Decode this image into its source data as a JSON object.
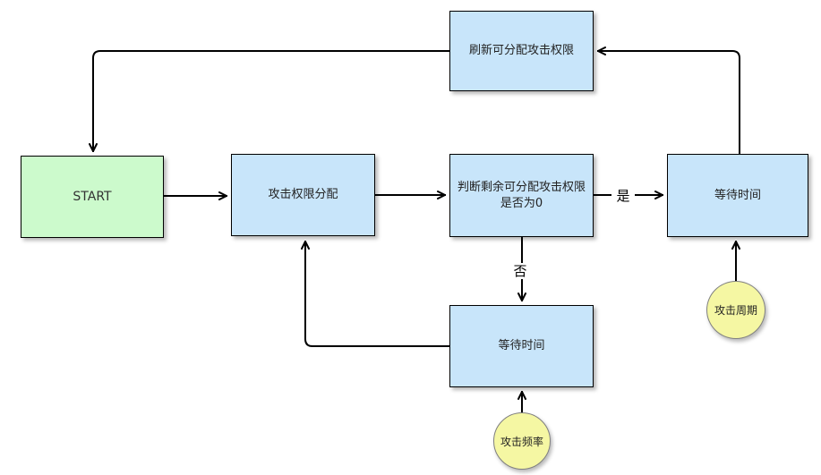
{
  "diagram": {
    "title": "attack-permission-allocation-flowchart",
    "colors": {
      "background": "#ffffff",
      "process_fill": "#c8e5fa",
      "start_fill": "#ccfacc",
      "event_fill": "#f5f7a3",
      "node_border": "#000000",
      "event_border": "#808080",
      "connector": "#000000"
    },
    "nodes": {
      "refresh": {
        "label": "刷新可分配攻击权限"
      },
      "start": {
        "label": "START"
      },
      "allocate": {
        "label": "攻击权限分配"
      },
      "decision": {
        "label": "判断剩余可分配攻击权限是否为0"
      },
      "wait_right": {
        "label": "等待时间"
      },
      "wait_bottom": {
        "label": "等待时间"
      },
      "attack_cycle": {
        "label": "攻击周期"
      },
      "attack_frequency": {
        "label": "攻击频率"
      }
    },
    "edge_labels": {
      "yes": "是",
      "no": "否"
    }
  }
}
